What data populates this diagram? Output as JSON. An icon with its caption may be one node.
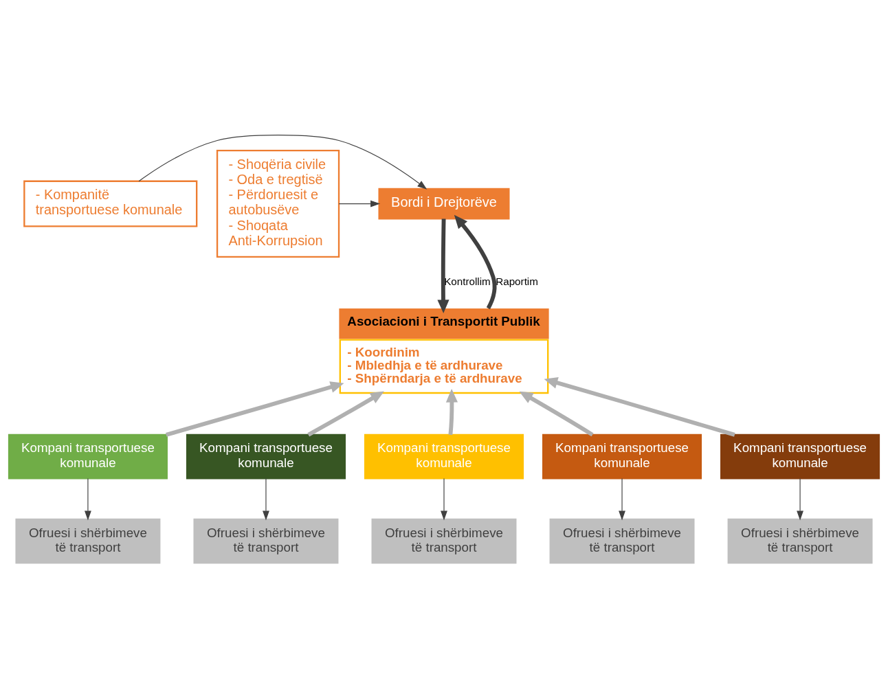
{
  "diagram": {
    "nodes": [
      {
        "text": [
          "Bordi i Drejtorëve"
        ]
      },
      {
        "text": [
          "- Kompanitë transportuese komunale"
        ]
      },
      {
        "text": [
          "- Shoqëria civile",
          "- Oda e tregtisë",
          "- Përdoruesit e autobusëve",
          "- Shoqata Anti-Korrupsion"
        ]
      },
      {
        "text": [
          "Asociacioni i Transportit Publik",
          "- Koordinim",
          "- Mbledhja e të ardhurave",
          "- Shpërndarja e të ardhurave"
        ]
      },
      {
        "text": [
          "Kompani transportuese komunale"
        ]
      },
      {
        "text": [
          "Kompani transportuese komunale"
        ]
      },
      {
        "text": [
          "Kompani transportuese komunale"
        ]
      },
      {
        "text": [
          "Kompani transportuese komunale"
        ]
      },
      {
        "text": [
          "Kompani transportuese komunale"
        ]
      },
      {
        "text": [
          "Ofruesi i shërbimeve të transport"
        ]
      },
      {
        "text": [
          "Ofruesi i shërbimeve të transport"
        ]
      },
      {
        "text": [
          "Ofruesi i shërbimeve të transport"
        ]
      },
      {
        "text": [
          "Ofruesi i shërbimeve të transport"
        ]
      },
      {
        "text": [
          "Ofruesi i shërbimeve të transport"
        ]
      }
    ],
    "edges": [
      {
        "from": 1,
        "to": 0,
        "arrow": "to"
      },
      {
        "from": 2,
        "to": 0,
        "arrow": "to"
      },
      {
        "from": 0,
        "to": 3,
        "arrow": "to",
        "label": "Kontrollim",
        "style": "thick"
      },
      {
        "from": 3,
        "to": 0,
        "arrow": "to",
        "label": "Raportim",
        "style": "thick"
      },
      {
        "from": 4,
        "to": 3,
        "arrow": "to",
        "style": "thick",
        "color": "#b0b0b0"
      },
      {
        "from": 5,
        "to": 3,
        "arrow": "to",
        "style": "thick",
        "color": "#b0b0b0"
      },
      {
        "from": 6,
        "to": 3,
        "arrow": "to",
        "style": "thick",
        "color": "#b0b0b0"
      },
      {
        "from": 7,
        "to": 3,
        "arrow": "to",
        "style": "thick",
        "color": "#b0b0b0"
      },
      {
        "from": 8,
        "to": 3,
        "arrow": "to",
        "style": "thick",
        "color": "#b0b0b0"
      },
      {
        "from": 4,
        "to": 9,
        "arrow": "to"
      },
      {
        "from": 5,
        "to": 10,
        "arrow": "to"
      },
      {
        "from": 6,
        "to": 11,
        "arrow": "to"
      },
      {
        "from": 7,
        "to": 12,
        "arrow": "to"
      },
      {
        "from": 8,
        "to": 13,
        "arrow": "to"
      }
    ]
  }
}
